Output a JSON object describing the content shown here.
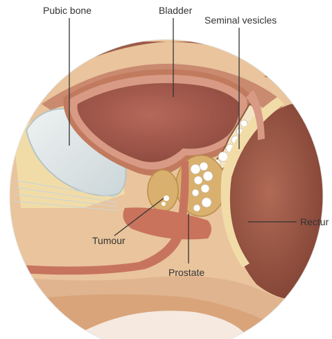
{
  "labels": {
    "pubic_bone": "Pubic bone",
    "bladder": "Bladder",
    "seminal_vesicles": "Seminal vesicles",
    "rectum": "Rectur",
    "tumour": "Tumour",
    "prostate": "Prostate"
  },
  "colors": {
    "background": "#ffffff",
    "outer_tissue": "#e9c49c",
    "fat": "#f1dca8",
    "bladder_interior": "#a85a4c",
    "bladder_wall": "#c17a5e",
    "bladder_lining": "#d89a84",
    "bone": "#dfe5e6",
    "prostate": "#d9b06e",
    "tumour": "#ffffff",
    "rectum": "#8e4d3d",
    "label_line": "#333333"
  }
}
